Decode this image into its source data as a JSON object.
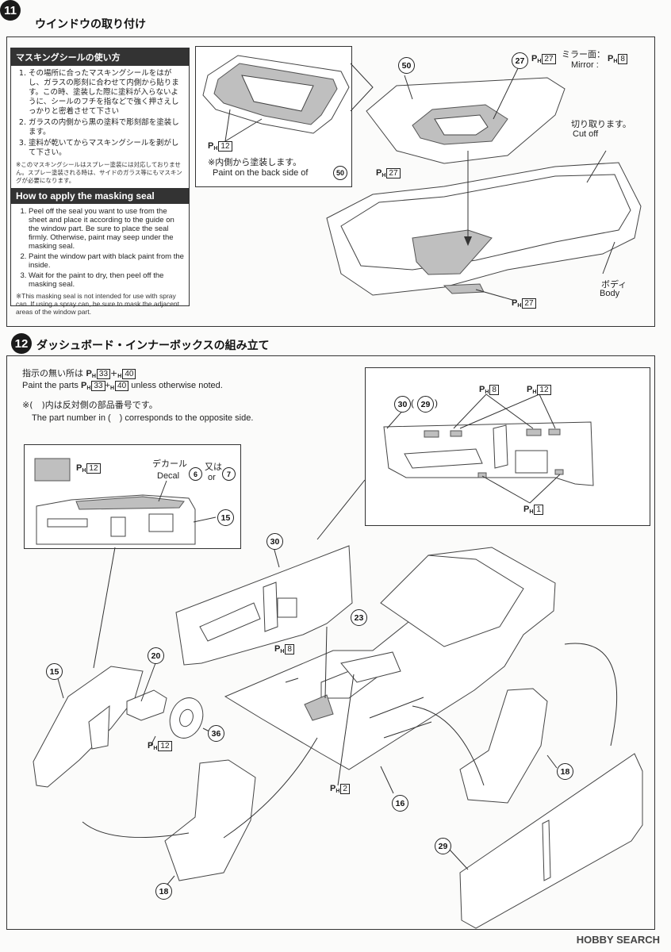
{
  "step11": {
    "number": "11",
    "title": "ウインドウの取り付け",
    "masking_jp": {
      "heading": "マスキングシールの使い方",
      "items": [
        "その場所に合ったマスキングシールをはがし、ガラスの彫刻に合わせて内側から貼ります。この時、塗装した際に塗料が入らないように、シールのフチを指などで強く押さえしっかりと密着させて下さい",
        "ガラスの内側から黒の塗料で彫刻部を塗装します。",
        "塗料が乾いてからマスキングシールを剥がして下さい。"
      ],
      "note": "※このマスキングシールはスプレー塗装には対応しておりません。スプレー塗装される時は、サイドのガラス等にもマスキングが必要になります。"
    },
    "masking_en": {
      "heading": "How to apply the masking seal",
      "items": [
        "Peel off the seal you want to use from the sheet and place it according to the guide on the window part. Be sure to place the seal firmly. Otherwise, paint may seep under the masking seal.",
        "Paint the window part with black paint from the inside.",
        "Wait for the paint to dry, then peel off the masking seal."
      ],
      "note": "※This masking seal is not intended for use with spray can. If using a spray can, be sure to mask the adjacent areas of the window part."
    },
    "inset": {
      "paint_ref": "12",
      "note_jp": "※内側から塗装します。",
      "note_en": "Paint on the back side of",
      "part": "50"
    },
    "labels": {
      "part50": "50",
      "part27": "27",
      "ph27": "27",
      "mirror_jp": "ミラー面：",
      "mirror_en": "Mirror :",
      "mirror_ph": "8",
      "cut_jp": "切り取ります。",
      "cut_en": "Cut off",
      "body_jp": "ボディ",
      "body_en": "Body"
    }
  },
  "step12": {
    "number": "12",
    "title": "ダッシュボード・インナーボックスの組み立て",
    "note1_jp": "指示の無い所は",
    "note1_en": "Paint the parts",
    "note1_en_tail": "unless otherwise noted.",
    "paint_a": "33",
    "paint_b": "40",
    "note2_jp": "※(　)内は反対側の部品番号です。",
    "note2_en": "The part number in (　) corresponds to the opposite side.",
    "door_inset": {
      "part": "30",
      "opp": "29",
      "ph_a": "8",
      "ph_b": "12",
      "ph_c": "1"
    },
    "dash_inset": {
      "ph": "12",
      "decal_jp": "デカール",
      "decal_en": "Decal",
      "decal_a": "6",
      "decal_b": "7",
      "or_jp": "又は",
      "or_en": "or",
      "part": "15"
    },
    "parts": {
      "p30": "30",
      "p23": "23",
      "ph8": "8",
      "p20": "20",
      "p15": "15",
      "ph12": "12",
      "p36": "36",
      "ph2": "2",
      "p16": "16",
      "p18a": "18",
      "p18b": "18",
      "p29": "29"
    }
  },
  "watermark": "HOBBY SEARCH",
  "colors": {
    "masking_gray": "#bfbfbf",
    "header_dark": "#333333"
  }
}
